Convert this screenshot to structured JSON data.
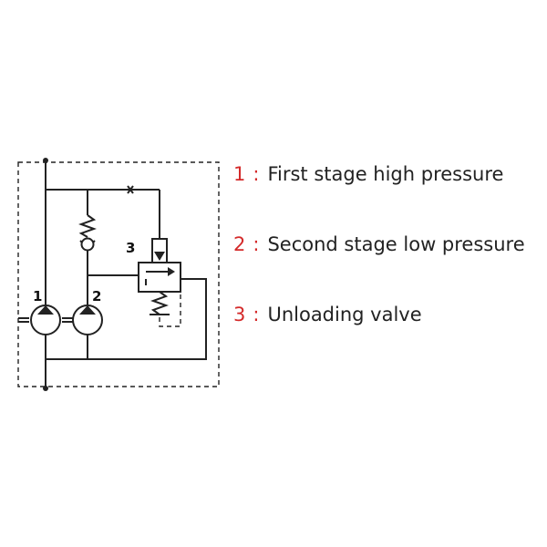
{
  "diagram": {
    "component_labels": [
      "1",
      "2",
      "3"
    ]
  },
  "legend": {
    "items": [
      {
        "number": "1",
        "separator": ":",
        "text": "First stage high pressure"
      },
      {
        "number": "2",
        "separator": ":",
        "text": "Second stage low pressure"
      },
      {
        "number": "3",
        "separator": ":",
        "text": "Unloading valve"
      }
    ],
    "number_color": "#d42a2a",
    "text_color": "#222222"
  }
}
